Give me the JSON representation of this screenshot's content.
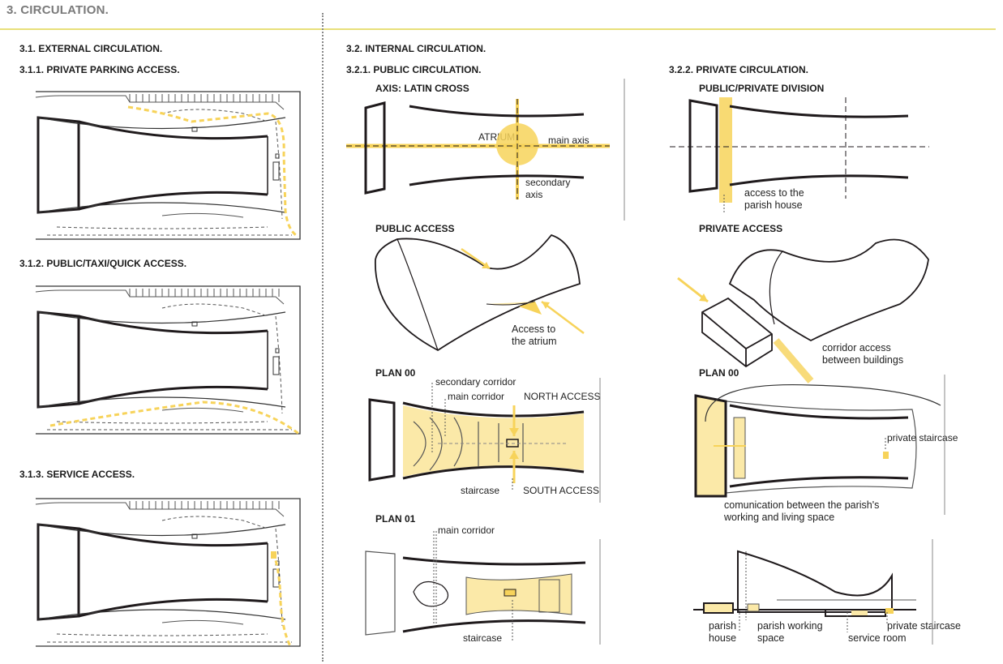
{
  "title": "3. CIRCULATION.",
  "colors": {
    "accent": "#f7d35a",
    "accent_fill": "#fbe9a8",
    "rule": "#e8e07a",
    "ink": "#1f1a1c"
  },
  "external": {
    "heading": "3.1. EXTERNAL CIRCULATION.",
    "private_parking": "3.1.1. PRIVATE PARKING ACCESS.",
    "public_taxi": "3.1.2. PUBLIC/TAXI/QUICK ACCESS.",
    "service": "3.1.3. SERVICE ACCESS."
  },
  "internal": {
    "heading": "3.2. INTERNAL CIRCULATION.",
    "public": {
      "heading": "3.2.1. PUBLIC CIRCULATION.",
      "axis_title": "AXIS: LATIN CROSS",
      "atrium": "ATRIUM",
      "main_axis": "main axis",
      "secondary_axis_1": "secondary",
      "secondary_axis_2": "axis",
      "public_access": "PUBLIC ACCESS",
      "access_atrium_1": "Access to",
      "access_atrium_2": "the atrium",
      "plan00": "PLAN 00",
      "secondary_corridor": "secondary corridor",
      "main_corridor": "main corridor",
      "north_access": "NORTH ACCESS",
      "staircase": "staircase",
      "south_access": "SOUTH ACCESS",
      "plan01": "PLAN 01",
      "main_corridor_01": "main corridor",
      "staircase_01": "staircase"
    },
    "private": {
      "heading": "3.2.2. PRIVATE CIRCULATION.",
      "division_title": "PUBLIC/PRIVATE DIVISION",
      "access_parish_1": "access to the",
      "access_parish_2": "parish house",
      "private_access": "PRIVATE ACCESS",
      "corridor_access_1": "corridor access",
      "corridor_access_2": "between buildings",
      "plan00": "PLAN 00",
      "private_staircase": "private staircase",
      "communication_1": "comunication between the parish's",
      "communication_2": "working and living space",
      "parish_1": "parish",
      "parish_2": "house",
      "working_1": "parish working",
      "working_2": "space",
      "service_room": "service room",
      "private_staircase_2": "private staircase"
    }
  }
}
